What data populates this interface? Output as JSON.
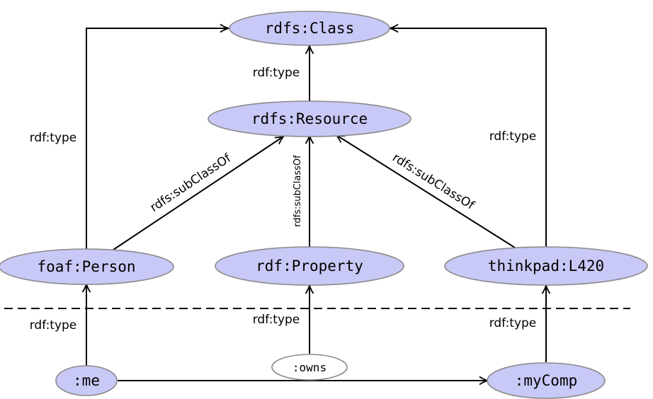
{
  "nodes": {
    "rdfs_class": {
      "label": "rdfs:Class"
    },
    "rdfs_resource": {
      "label": "rdfs:Resource"
    },
    "foaf_person": {
      "label": "foaf:Person"
    },
    "rdf_property": {
      "label": "rdf:Property"
    },
    "thinkpad_l420": {
      "label": "thinkpad:L420"
    },
    "me": {
      "label": ":me"
    },
    "owns": {
      "label": ":owns"
    },
    "mycomp": {
      "label": ":myComp"
    }
  },
  "edges": {
    "resource_type": {
      "label": "rdf:type"
    },
    "person_type": {
      "label": "rdf:type"
    },
    "thinkpad_type": {
      "label": "rdf:type"
    },
    "person_subclass": {
      "label": "rdfs:subClassOf"
    },
    "property_subclass": {
      "label": "rdfs:subClassOf"
    },
    "thinkpad_subclass": {
      "label": "rdfs:subClassOf"
    },
    "me_type": {
      "label": "rdf:type"
    },
    "owns_type": {
      "label": "rdf:type"
    },
    "mycomp_type": {
      "label": "rdf:type"
    }
  },
  "colors": {
    "node_fill": "#c9c9f7",
    "node_stroke": "#8a8a8a",
    "edge": "#000000"
  }
}
